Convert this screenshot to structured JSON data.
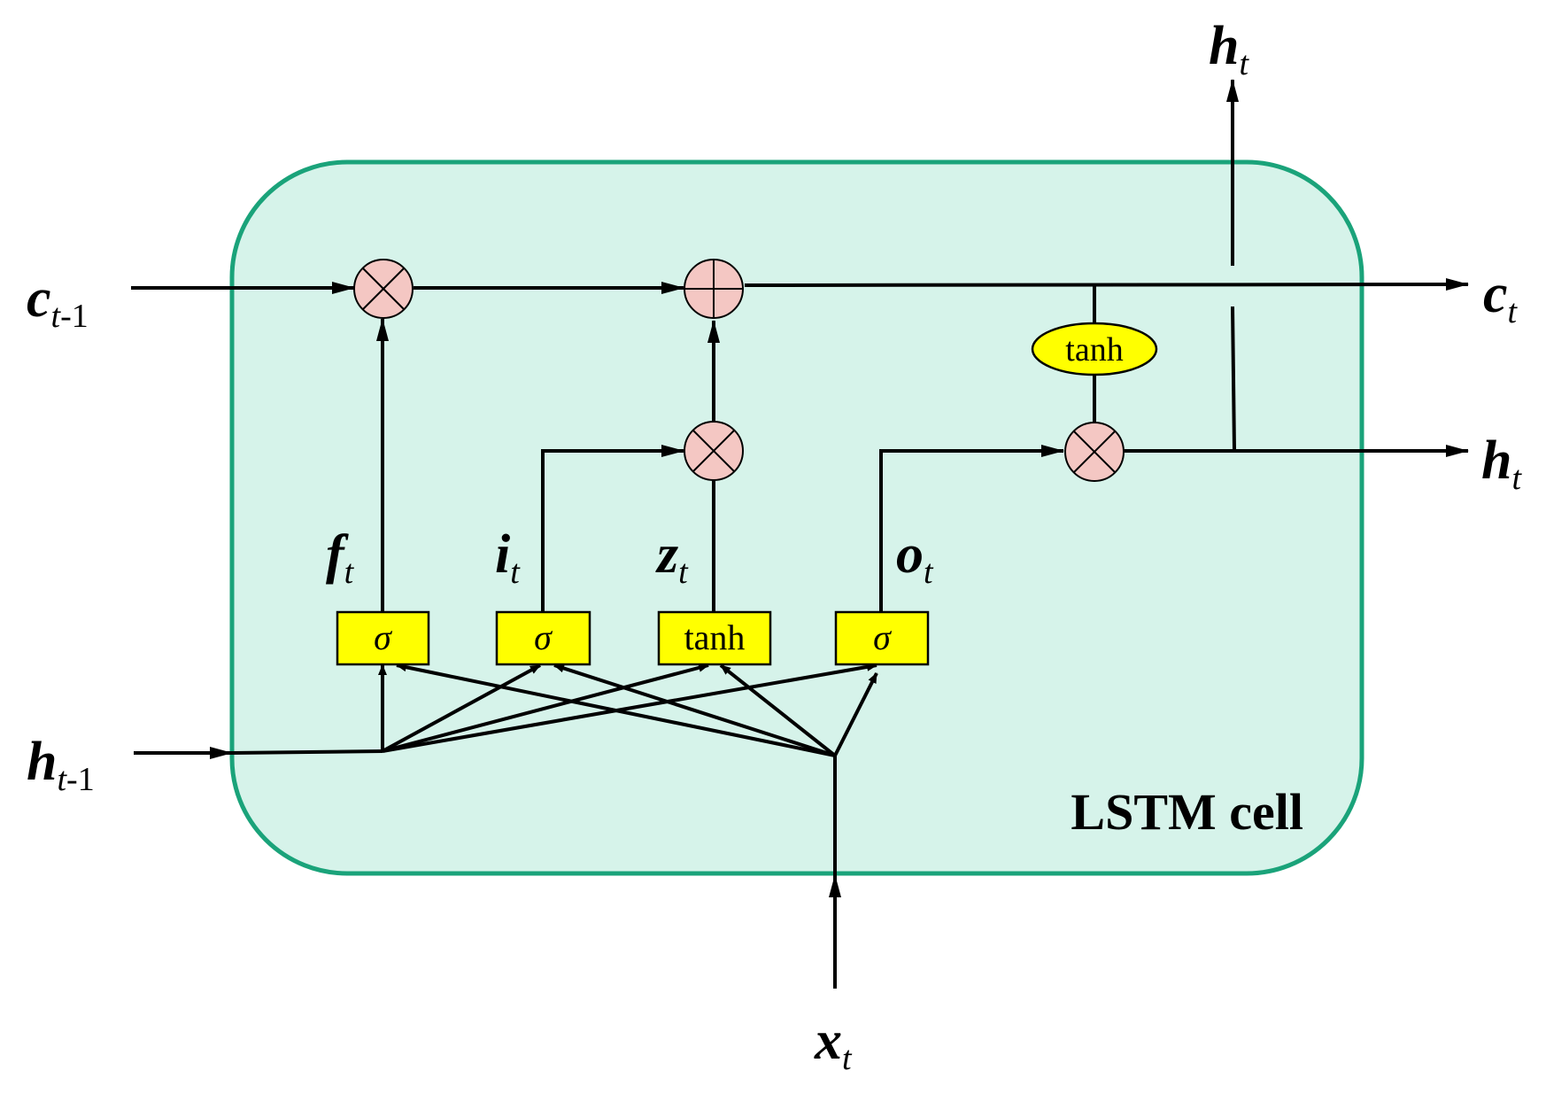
{
  "title": "",
  "cell_label": "LSTM cell",
  "colors": {
    "cell_fill": "#d6f3ea",
    "cell_border": "#1aa37a",
    "gate_fill": "#ffff00",
    "operator_fill": "#f4c7c3",
    "line": "#000000"
  },
  "inputs": {
    "c_prev": {
      "main": "c",
      "sub": "t",
      "num": "-1"
    },
    "h_prev": {
      "main": "h",
      "sub": "t",
      "num": "-1"
    },
    "x": {
      "main": "x",
      "sub": "t"
    }
  },
  "outputs": {
    "c": {
      "main": "c",
      "sub": "t"
    },
    "h_right": {
      "main": "h",
      "sub": "t"
    },
    "h_top": {
      "main": "h",
      "sub": "t"
    }
  },
  "gates": [
    {
      "id": "forget",
      "symbol": "σ",
      "label": "f",
      "sub": "t"
    },
    {
      "id": "input",
      "symbol": "σ",
      "label": "i",
      "sub": "t"
    },
    {
      "id": "candidate",
      "symbol": "tanh",
      "label": "z",
      "sub": "t"
    },
    {
      "id": "output",
      "symbol": "σ",
      "label": "o",
      "sub": "t"
    }
  ],
  "cell_tanh": "tanh",
  "operators": {
    "multiply_icon": "circled-times-icon",
    "add_icon": "circled-plus-icon"
  }
}
